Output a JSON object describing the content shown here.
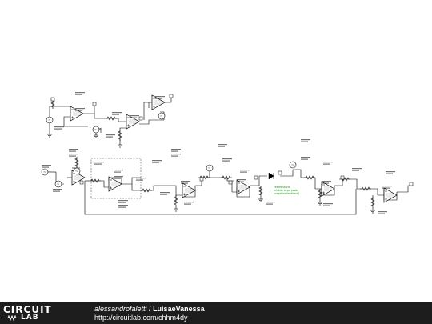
{
  "footer": {
    "logo_top": "CIRCUIT",
    "logo_bottom": "LAB",
    "author": "alessandrofaletti",
    "separator": " / ",
    "project": "LuisaeVanessa",
    "url": "http://circuitlab.com/chhm4dy"
  },
  "schematic": {
    "highlight_note": [
      "Feedforward",
      "inhibits large peaks",
      "(negative feedback)"
    ],
    "colors": {
      "wire": "#000000",
      "highlight": "#1a9a1a",
      "dashed_box": "#555555"
    }
  }
}
